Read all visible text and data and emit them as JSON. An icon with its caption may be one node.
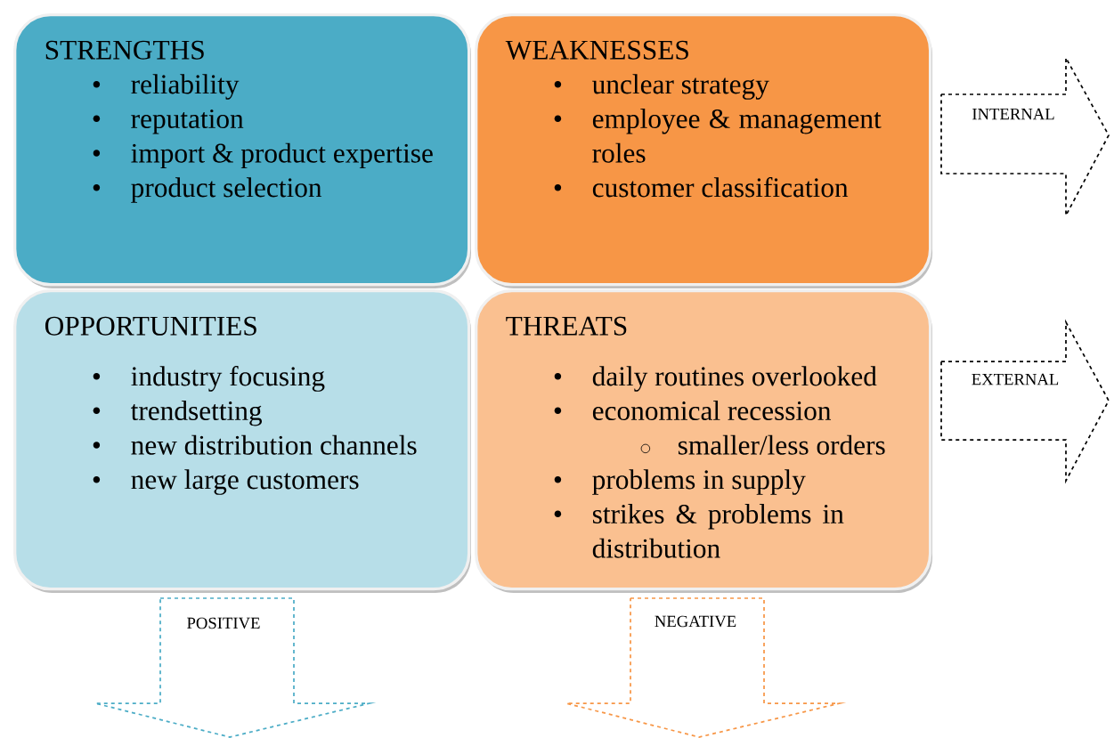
{
  "diagram": {
    "nodes": [
      {
        "text": [
          "STRENGTHS",
          "reliability",
          "reputation",
          "import & product expertise",
          "product selection"
        ]
      },
      {
        "text": [
          "WEAKNESSES",
          "unclear strategy",
          "employee & management roles",
          "customer classification"
        ]
      },
      {
        "text": [
          "OPPORTUNITIES",
          "industry focusing",
          "trendsetting",
          "new distribution channels",
          "new large customers"
        ]
      },
      {
        "text": [
          "THREATS",
          "daily routines overlooked",
          "economical recession",
          "smaller/less orders",
          "problems in supply",
          "strikes & problems in distribution"
        ]
      },
      {
        "text": [
          "INTERNAL"
        ]
      },
      {
        "text": [
          "EXTERNAL"
        ]
      },
      {
        "text": [
          "POSITIVE"
        ]
      },
      {
        "text": [
          "NEGATIVE"
        ]
      }
    ]
  }
}
